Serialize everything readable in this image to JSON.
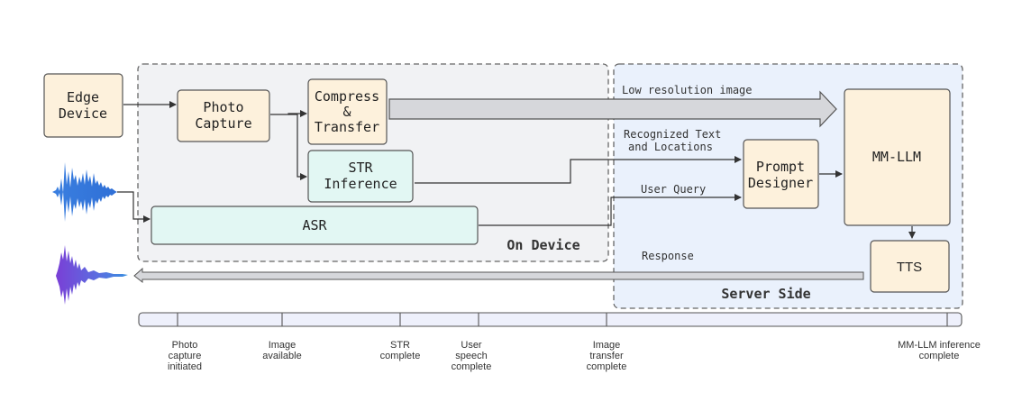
{
  "regions": {
    "on_device": "On Device",
    "server_side": "Server Side"
  },
  "nodes": {
    "edge_device": [
      "Edge",
      "Device"
    ],
    "photo_capture": [
      "Photo",
      "Capture"
    ],
    "compress_transfer": [
      "Compress",
      "&",
      "Transfer"
    ],
    "str_inference": [
      "STR",
      "Inference"
    ],
    "asr": "ASR",
    "prompt_designer": [
      "Prompt",
      "Designer"
    ],
    "mm_llm": "MM-LLM",
    "tts": "TTS"
  },
  "edges": {
    "low_res_image": "Low resolution image",
    "recognized_text": [
      "Recognized Text",
      "and Locations"
    ],
    "user_query": "User Query",
    "response": "Response"
  },
  "timeline": [
    [
      "Photo",
      "capture",
      "initiated"
    ],
    [
      "Image",
      "available"
    ],
    [
      "STR",
      "complete"
    ],
    [
      "User",
      "speech",
      "complete"
    ],
    [
      "Image",
      "transfer",
      "complete"
    ],
    [
      "MM-LLM inference",
      "complete"
    ]
  ],
  "colors": {
    "box_fill": "#fdf1dc",
    "str_fill": "#e2f7f3",
    "on_device_bg": "#f1f2f4",
    "server_bg": "#eaf1fc",
    "wave_blue": "#3a7fe0",
    "wave_purple": "#7a4fd6"
  }
}
